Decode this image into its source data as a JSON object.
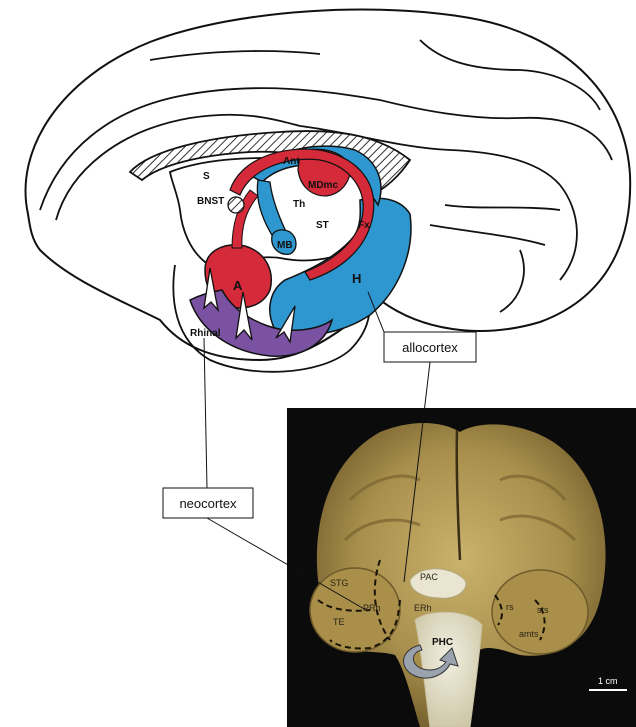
{
  "diagram": {
    "brain_labels": {
      "s": "S",
      "bnst": "BNST",
      "ant": "Ant",
      "mdmc": "MDmc",
      "th": "Th",
      "st": "ST",
      "fx": "Fx",
      "mb": "MB",
      "a": "A",
      "h": "H",
      "rhinal": "Rhinal"
    },
    "callouts": {
      "allocortex": "allocortex",
      "neocortex": "neocortex"
    },
    "photo_labels": {
      "stg": "STG",
      "te": "TE",
      "prh": "PRh",
      "pac": "PAC",
      "erh": "ERh",
      "phc": "PHC",
      "rs": "rs",
      "sts": "sts",
      "amts": "amts",
      "scale": "1 cm"
    },
    "colors": {
      "red": "#d42a3a",
      "blue": "#2f97cf",
      "purple": "#7b52a1",
      "outline": "#111111",
      "photo_bg": "#0b0b0b",
      "tissue": "#b39a55"
    }
  }
}
